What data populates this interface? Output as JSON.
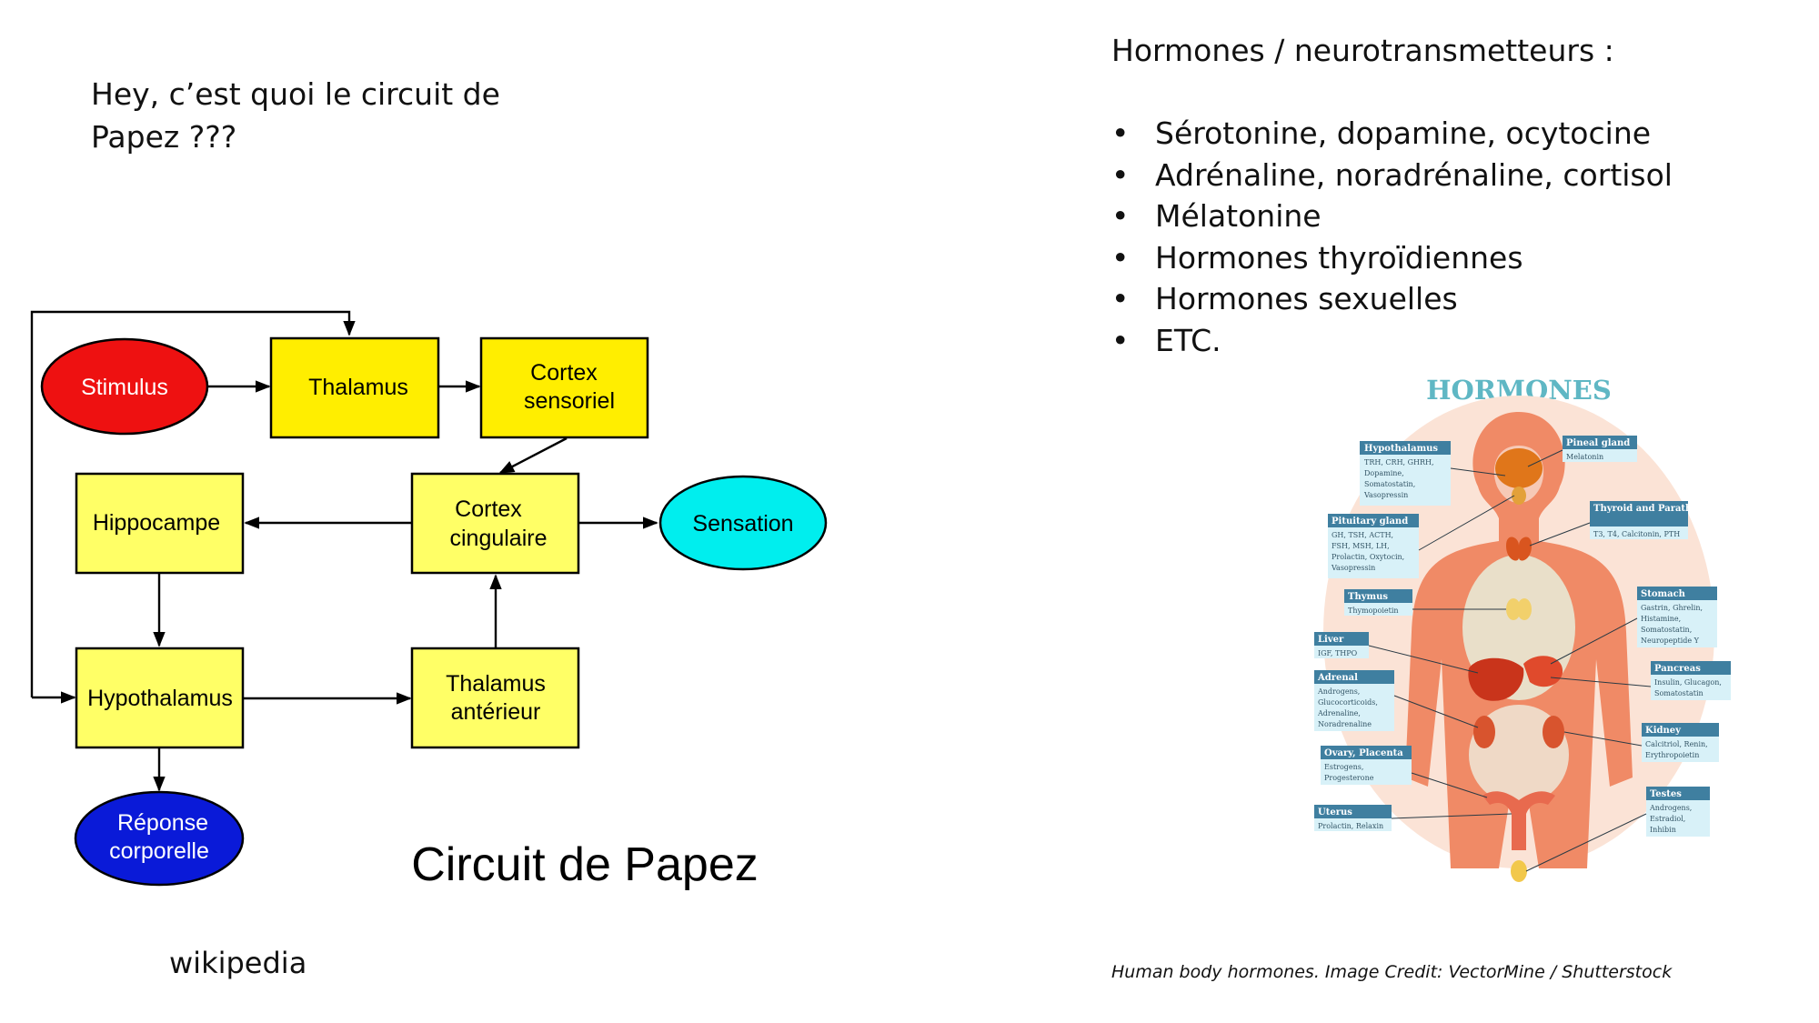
{
  "slide": {
    "intro_line1": "Hey, c’est quoi le circuit de",
    "intro_line2": "Papez ???",
    "source_label": "wikipedia",
    "hormones_heading": "Hormones / neurotransmetteurs :",
    "hormone_items": [
      "Sérotonine, dopamine, ocytocine",
      "Adrénaline, noradrénaline, cortisol",
      "Mélatonine",
      "Hormones thyroïdiennes",
      "Hormones sexuelles",
      "ETC."
    ],
    "image_credit": "Human body hormones. Image Credit: VectorMine / Shutterstock"
  },
  "diagram": {
    "title": "Circuit de Papez",
    "nodes": {
      "stimulus": "Stimulus",
      "thalamus": "Thalamus",
      "cortex_sensoriel_1": "Cortex",
      "cortex_sensoriel_2": "sensoriel",
      "hippocampe": "Hippocampe",
      "cortex_cingulaire_1": "Cortex",
      "cortex_cingulaire_2": "cingulaire",
      "sensation": "Sensation",
      "hypothalamus": "Hypothalamus",
      "thalamus_anterieur_1": "Thalamus",
      "thalamus_anterieur_2": "antérieur",
      "reponse_1": "Réponse",
      "reponse_2": "corporelle"
    },
    "colors": {
      "stimulus": "#ee1111",
      "thalamus": "#ffee00",
      "cortex_sensoriel": "#ffee00",
      "light_yellow": "#ffff66",
      "sensation": "#00eeee",
      "reponse": "#0a1ad8"
    }
  },
  "infographic": {
    "title": "HORMONES",
    "labels": [
      {
        "name": "Hypothalamus",
        "detail": [
          "TRH, CRH, GHRH,",
          "Dopamine,",
          "Somatostatin,",
          "Vasopressin"
        ]
      },
      {
        "name": "Pineal gland",
        "detail": [
          "Melatonin"
        ]
      },
      {
        "name": "Pituitary gland",
        "detail": [
          "GH, TSH, ACTH,",
          "FSH, MSH, LH,",
          "Prolactin, Oxytocin,",
          "Vasopressin"
        ]
      },
      {
        "name": "Thyroid and Parathyroid",
        "detail": [
          "T3, T4, Calcitonin, PTH"
        ]
      },
      {
        "name": "Thymus",
        "detail": [
          "Thymopoietin"
        ]
      },
      {
        "name": "Stomach",
        "detail": [
          "Gastrin, Ghrelin,",
          "Histamine,",
          "Somatostatin,",
          "Neuropeptide Y"
        ]
      },
      {
        "name": "Liver",
        "detail": [
          "IGF, THPO"
        ]
      },
      {
        "name": "Pancreas",
        "detail": [
          "Insulin, Glucagon,",
          "Somatostatin"
        ]
      },
      {
        "name": "Adrenal",
        "detail": [
          "Androgens,",
          "Glucocorticoids,",
          "Adrenaline,",
          "Noradrenaline"
        ]
      },
      {
        "name": "Kidney",
        "detail": [
          "Calcitriol, Renin,",
          "Erythropoietin"
        ]
      },
      {
        "name": "Ovary, Placenta",
        "detail": [
          "Estrogens,",
          "Progesterone"
        ]
      },
      {
        "name": "Testes",
        "detail": [
          "Androgens,",
          "Estradiol,",
          "Inhibin"
        ]
      },
      {
        "name": "Uterus",
        "detail": [
          "Prolactin, Relaxin"
        ]
      }
    ]
  }
}
